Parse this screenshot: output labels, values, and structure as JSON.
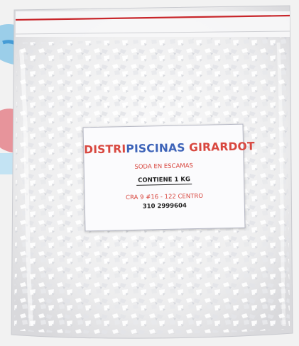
{
  "label": {
    "brand_part1": "DISTRI",
    "brand_part2": "PISCINAS",
    "brand_part3": " GIRARDOT",
    "product": "SODA EN ESCAMAS",
    "content": "CONTIENE 1 KG",
    "address": "CRA 9 #16 - 122 CENTRO",
    "phone": "310 2999604"
  },
  "colors": {
    "brand_red": "#d8473f",
    "brand_blue": "#3d63b8",
    "seal_red": "#c8262b",
    "flakes": "#f3f4f6"
  }
}
